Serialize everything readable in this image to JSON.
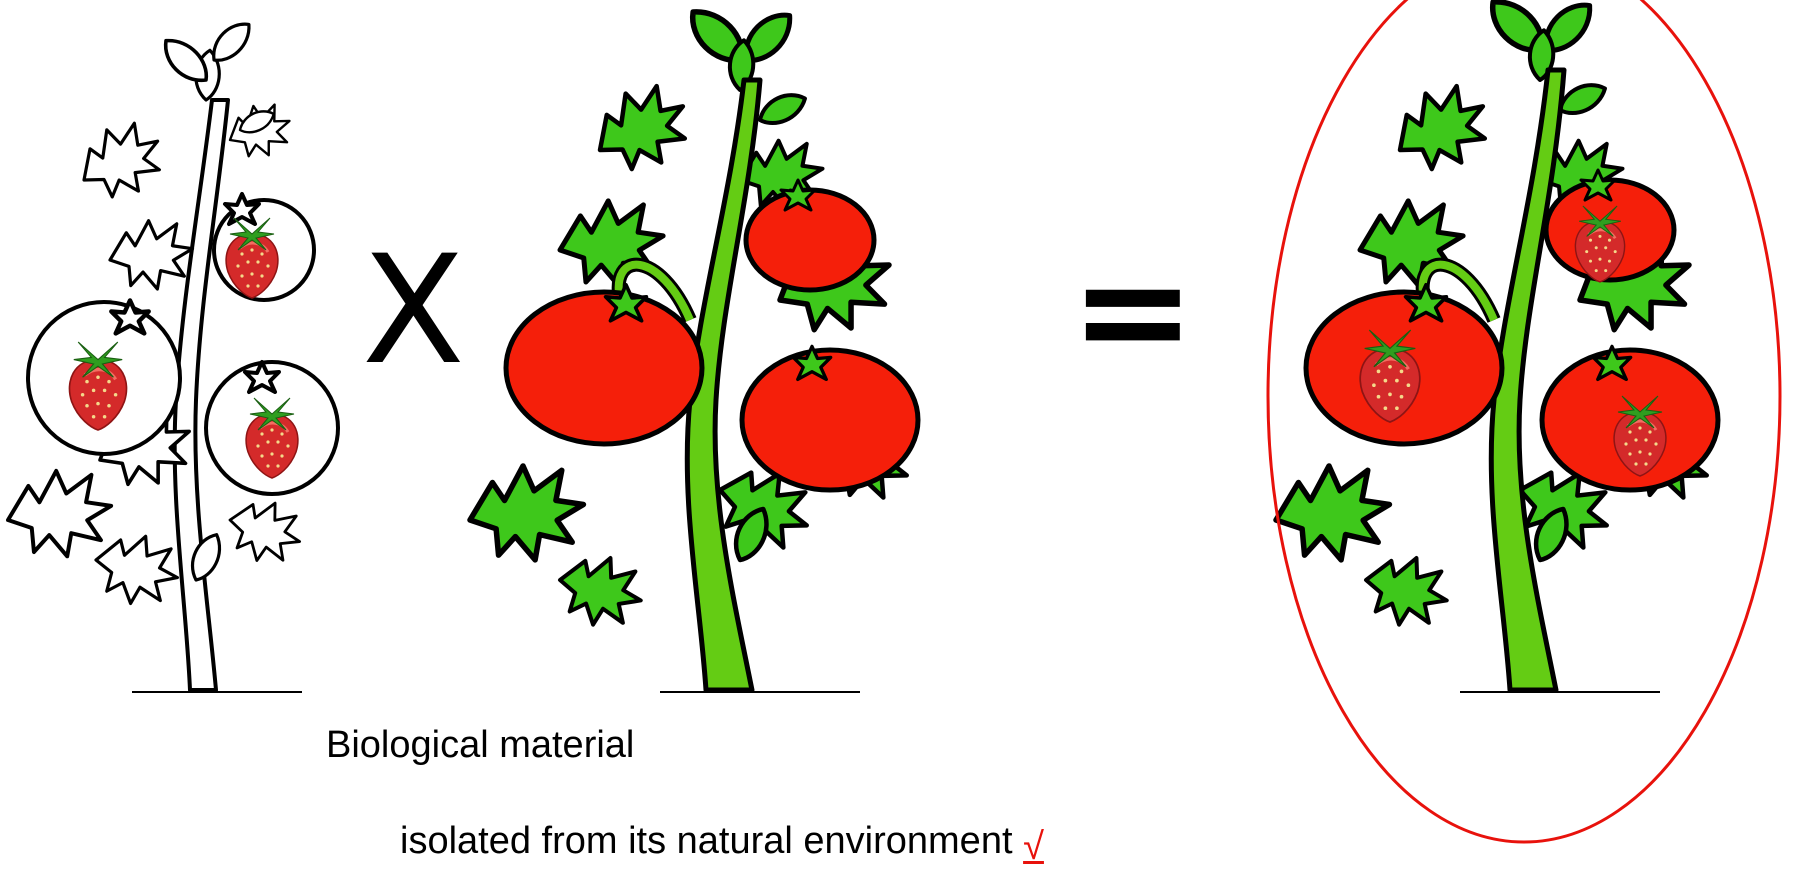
{
  "diagram": {
    "operator_cross": "X",
    "operator_equals": "=",
    "plants": [
      {
        "name": "outline-plant-with-strawberries",
        "fill": "#ffffff",
        "fruit": "strawberries"
      },
      {
        "name": "green-tomato-plant",
        "fill": "#3ec81b",
        "fruit": "tomatoes"
      },
      {
        "name": "hybrid-tomato-plant",
        "fill": "#3ec81b",
        "fruit": "tomatoes-with-strawberries"
      }
    ],
    "result_highlight": "red-ellipse",
    "colors": {
      "leaf": "#3ec81b",
      "stem": "#64cc14",
      "tomato": "#f51f0a",
      "strawberry": "#d42a2a",
      "ellipse": "#e8120c",
      "check": "#e8120c"
    }
  },
  "captions": {
    "line1": "Biological material",
    "line2": "isolated from its natural environment",
    "check_mark": "√"
  }
}
